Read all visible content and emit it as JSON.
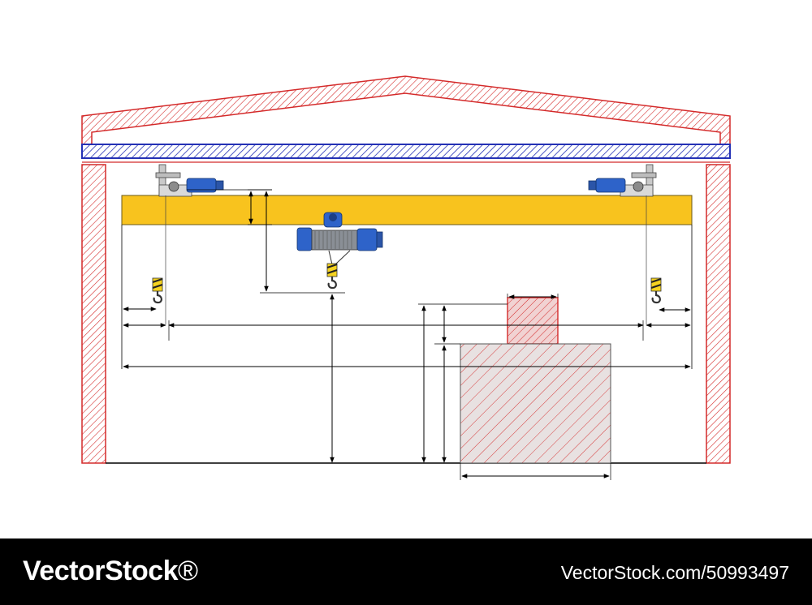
{
  "footer": {
    "brand": "VectorStock",
    "brand_suffix": "®",
    "image_ref": "VectorStock.com/50993497"
  },
  "diagram": {
    "subject": "overhead-bridge-crane-building-section",
    "colors": {
      "building_outline": "#d42a2a",
      "roof_beam": "#2431b5",
      "crane_girder": "#f8c31e",
      "hoist_body": "#2e63c9",
      "hook_stripe": "#f5d320",
      "dimension_line": "#000000",
      "load_fill": "#e8e1e1"
    },
    "icons": [
      "hoist-trolley-icon",
      "crane-hook-icon",
      "end-truck-motor-icon"
    ]
  }
}
